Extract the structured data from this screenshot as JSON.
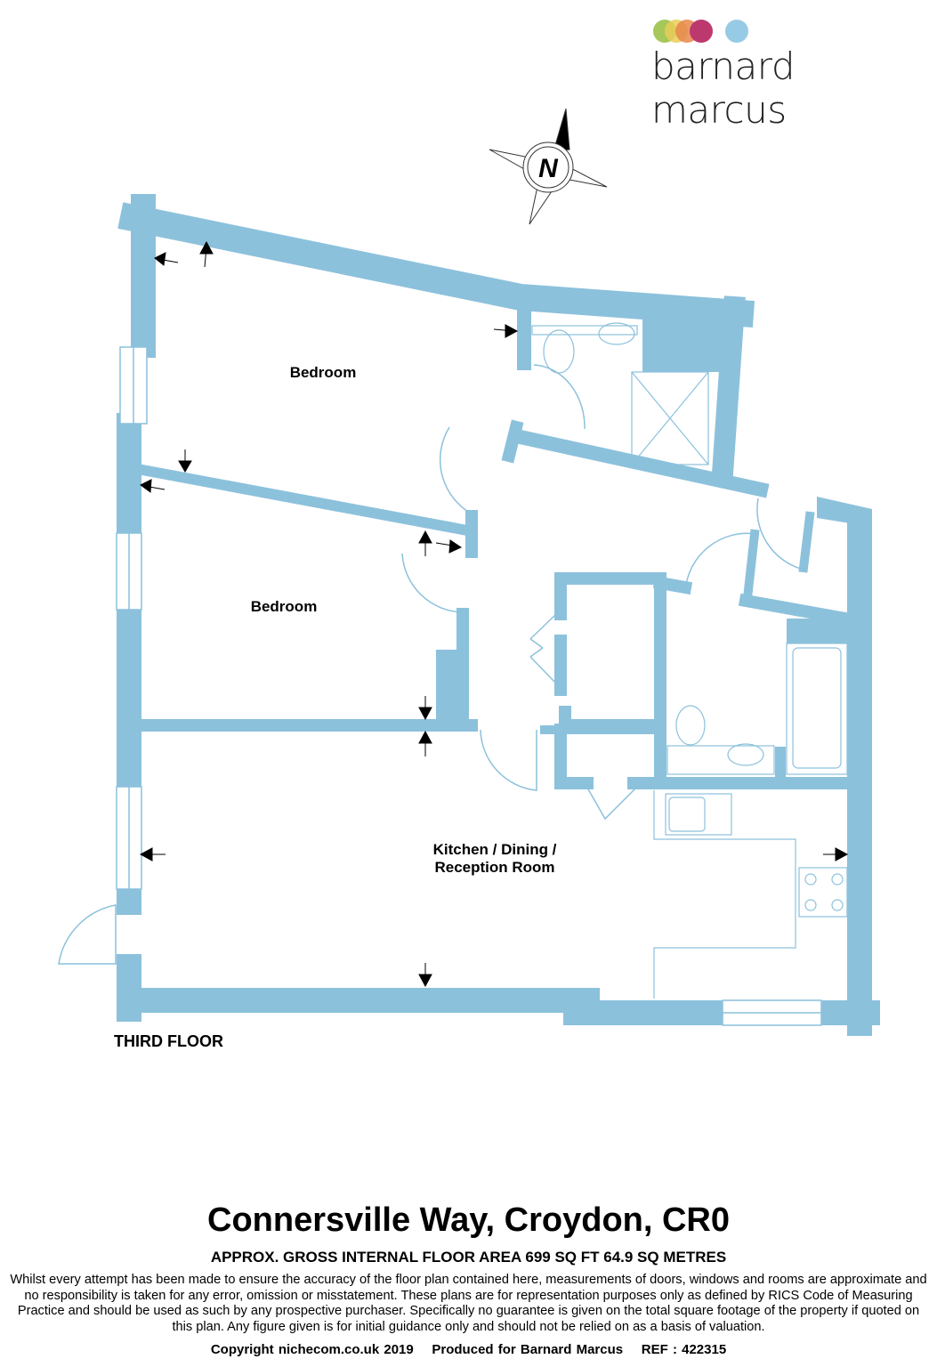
{
  "brand": {
    "name": "barnard marcus",
    "dot_colors": [
      "#9dc34a",
      "#e8c845",
      "#e57a3a",
      "#b5245f",
      "#8cc6e3"
    ]
  },
  "compass": {
    "label": "N"
  },
  "rooms": {
    "bedroom1": "Bedroom",
    "bedroom2": "Bedroom",
    "kitchen_line1": "Kitchen / Dining /",
    "kitchen_line2": "Reception Room"
  },
  "floor_label": "THIRD FLOOR",
  "title": "Connersville Way, Croydon, CR0",
  "area": "APPROX. GROSS INTERNAL FLOOR AREA 699 SQ FT 64.9 SQ METRES",
  "disclaimer": "Whilst every attempt has been made to ensure the accuracy of the floor plan contained here, measurements of doors, windows and rooms are approximate and no responsibility is taken for any error, omission or misstatement. These plans are for representation purposes only as defined by RICS Code of Measuring Practice and should be used as such by any prospective purchaser.  Specifically no guarantee is given on the total square footage of the property if quoted on this plan. Any figure given is for initial guidance only and should not be relied on as a basis of valuation.",
  "copyright": "Copyright nichecom.co.uk 2019    Produced for Barnard Marcus    REF : 422315",
  "colors": {
    "wall": "#8cc1dc",
    "fixture": "#8cc1dc"
  }
}
